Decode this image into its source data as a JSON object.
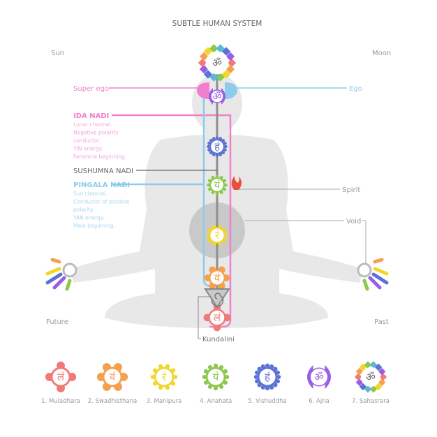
{
  "title": "SUBTLE HUMAN SYSTEM",
  "corners": {
    "sun": "Sun",
    "moon": "Moon",
    "future": "Future",
    "past": "Past"
  },
  "labels": {
    "super_ego": "Super ego",
    "ego": "Ego",
    "spirit": "Spirit",
    "void": "Void",
    "kundalini": "Kundalini"
  },
  "ida": {
    "title": "IDA NADI",
    "lines": [
      "Lunar channel.",
      "Negative polarity",
      "conductor.",
      "YIN energy.",
      "Feminine beginning."
    ]
  },
  "sushumna": {
    "title": "SUSHUMNA NADI"
  },
  "pingala": {
    "title": "PINGALA NADI",
    "lines": [
      "Sun channel.",
      "Conductor of positive",
      "polarity.",
      "YAN energy.",
      "Male beginning."
    ]
  },
  "colors": {
    "pink": "#f07fcf",
    "blue": "#8fcbea",
    "grey": "#8e8e8e",
    "body": "#e6e6e6"
  },
  "chakras": [
    {
      "name": "1. Muladhara",
      "glyph": "लं",
      "color": "#f07a78"
    },
    {
      "name": "2. Swadhisthana",
      "glyph": "वं",
      "color": "#f5a04f"
    },
    {
      "name": "3. Manipura",
      "glyph": "रं",
      "color": "#f2d62a"
    },
    {
      "name": "4. Anahata",
      "glyph": "यं",
      "color": "#8cc84b"
    },
    {
      "name": "5. Vishuddha",
      "glyph": "हं",
      "color": "#5b73d6"
    },
    {
      "name": "6. Ajna",
      "glyph": "ॐ",
      "color": "#9b5de5"
    },
    {
      "name": "7. Sahasrara",
      "glyph": "ॐ",
      "color": "#888888"
    }
  ]
}
